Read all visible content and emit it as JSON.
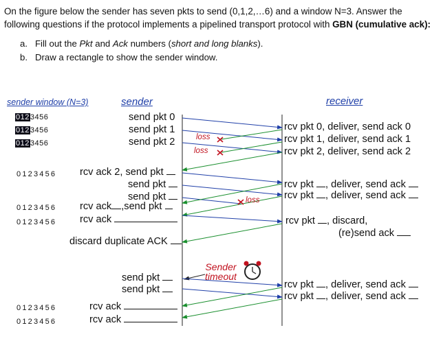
{
  "intro": {
    "line1": "On the figure below the sender has seven pkts to send (0,1,2,…6) and a window N=3. Answer the",
    "line2_a": "following questions if the protocol implements a pipelined transport protocol with ",
    "line2_b": "GBN (cumulative ack):",
    "qa_prefix": "a.",
    "qa_1": "Fill out the ",
    "qa_pkt": "Pkt",
    "qa_2": " and ",
    "qa_ack": "Ack",
    "qa_3": " numbers (",
    "qa_em": "short and long blanks",
    "qa_4": ").",
    "qb_prefix": "b.",
    "qb_text": "Draw a rectangle to show the sender window."
  },
  "headers": {
    "sender_window": "sender window (N=3)",
    "sender": "sender",
    "receiver": "receiver"
  },
  "windows": {
    "hl": "012",
    "rest": "3456",
    "plain": "0123456"
  },
  "sender_events": {
    "send0": "send  pkt 0",
    "send1": "send  pkt 1",
    "send2": "send  pkt 2",
    "rcvack2": "rcv ack 2, send pkt",
    "sendpkt": "send pkt",
    "rcvack_a": "rcv ack",
    "rcvack_b": ",send pkt",
    "rcvack": "rcv ack",
    "discard": "discard duplicate ACK",
    "timeout": "Sender timeout",
    "timeout_l1": "Sender",
    "timeout_l2": "timeout"
  },
  "receiver_events": {
    "r0": "rcv pkt 0, deliver, send ack 0",
    "r1": "rcv pkt 1, deliver, send ack 1",
    "r2": "rcv pkt 2, deliver, send ack 2",
    "rcvpkt": "rcv pkt",
    "deliver": ", deliver, send ack",
    "discard": ", discard,",
    "resend": "(re)send ack"
  },
  "loss": "loss",
  "colors": {
    "blue": "#1f3fa8",
    "green": "#1a8f2e",
    "red": "#c1121f",
    "hl": "#0b0b18"
  }
}
